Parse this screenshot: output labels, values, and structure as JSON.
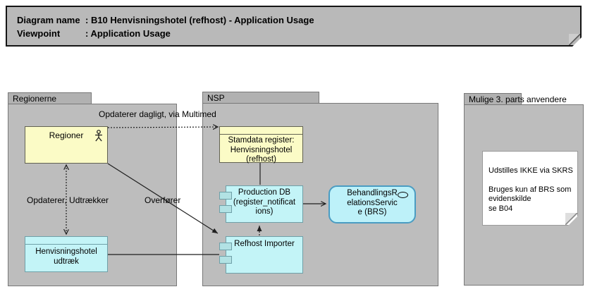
{
  "header": {
    "rows": [
      {
        "label": "Diagram name",
        "value": ": B10 Henvisningshotel (refhost) - Application Usage"
      },
      {
        "label": "Viewpoint",
        "value": ": Application Usage"
      }
    ]
  },
  "groups": {
    "regionerne": {
      "title": "Regionerne"
    },
    "nsp": {
      "title": "NSP"
    },
    "mulige": {
      "title": "Mulige 3. parts anvendere"
    }
  },
  "nodes": {
    "regioner": {
      "label": "Regioner",
      "icon": "actor-icon"
    },
    "stamdata_register": {
      "label": "Stamdata register:\nHenvisningshotel\n(refhost)"
    },
    "production_db": {
      "label": "Production DB\n(register_notificat\nions)"
    },
    "refhost_importer": {
      "label": "Refhost Importer"
    },
    "brs": {
      "label": "BehandlingsR\nelationsServic\ne (BRS)",
      "icon": "service-ellipse-icon"
    },
    "henvisningshotel_udtraek": {
      "label": "Henvisningshotel\nudtræk"
    }
  },
  "connectors": {
    "multimed_label": "Opdaterer dagligt, via Multimed",
    "opdaterer_udtraekker_label": "Opdaterer, Udtrækker",
    "overfoerer_label": "Overfører"
  },
  "note": {
    "text": "Udstilles IKKE via SKRS\n\nBruges kun af BRS som\nevidenskilde\nse B04"
  },
  "colors": {
    "group_fill": "#bdbdbd",
    "group_tab_fill": "#b1b1b1",
    "header_fill": "#b9b9b9",
    "yellow_fill": "#fbfbc6",
    "cyan_fill": "#c3f4f7",
    "cyan_tab_fill": "#b2e2e4",
    "brs_border": "#4a9cc2",
    "line": "#1f1f1f",
    "note_fill": "#ffffff"
  }
}
